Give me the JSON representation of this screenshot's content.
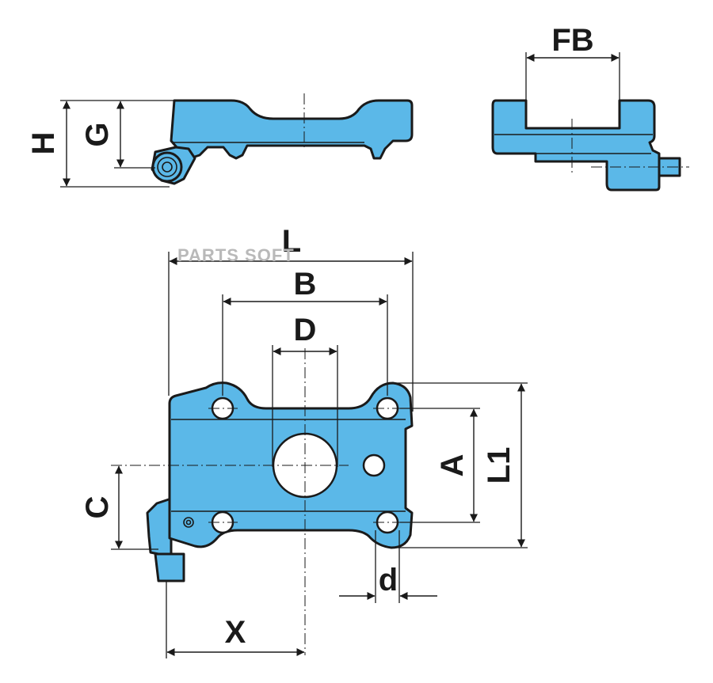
{
  "colors": {
    "part_fill": "#5bb8e8",
    "outline": "#1a1a1a",
    "background": "#ffffff"
  },
  "watermark": "PARTS SOFT",
  "dimension_labels": {
    "H": "H",
    "G": "G",
    "FB": "FB",
    "L": "L",
    "B": "B",
    "D": "D",
    "A": "A",
    "L1": "L1",
    "C": "C",
    "d": "d",
    "X": "X"
  }
}
